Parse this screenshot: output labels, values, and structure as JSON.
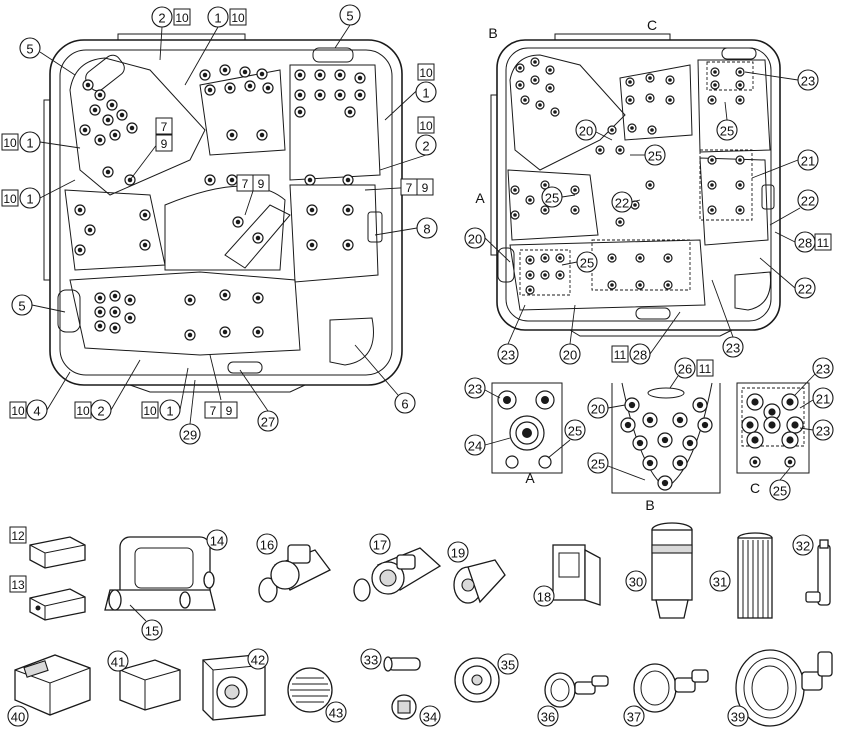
{
  "view_letters": [
    "A",
    "B",
    "C"
  ],
  "left_tub_callouts": [
    "2",
    "10",
    "1",
    "10",
    "5",
    "5",
    "10",
    "1",
    "10",
    "2",
    "10",
    "1",
    "10",
    "1",
    "7",
    "9",
    "7",
    "9",
    "7",
    "9",
    "8",
    "5",
    "6",
    "10",
    "4",
    "10",
    "2",
    "10",
    "1",
    "7",
    "9",
    "29",
    "27"
  ],
  "right_tub_callouts": [
    "23",
    "20",
    "25",
    "25",
    "21",
    "25",
    "22",
    "22",
    "20",
    "25",
    "28",
    "11",
    "22",
    "23",
    "20",
    "11",
    "28",
    "23"
  ],
  "detail_A_callouts": [
    "23",
    "24",
    "25"
  ],
  "detail_B_callouts": [
    "26",
    "11",
    "20",
    "25"
  ],
  "detail_C_callouts": [
    "23",
    "21",
    "23",
    "25"
  ],
  "parts_row1": [
    "12",
    "13",
    "14",
    "15",
    "16",
    "17",
    "19",
    "18",
    "30",
    "31",
    "32"
  ],
  "parts_row2": [
    "40",
    "41",
    "42",
    "43",
    "33",
    "34",
    "35",
    "36",
    "37",
    "39"
  ]
}
